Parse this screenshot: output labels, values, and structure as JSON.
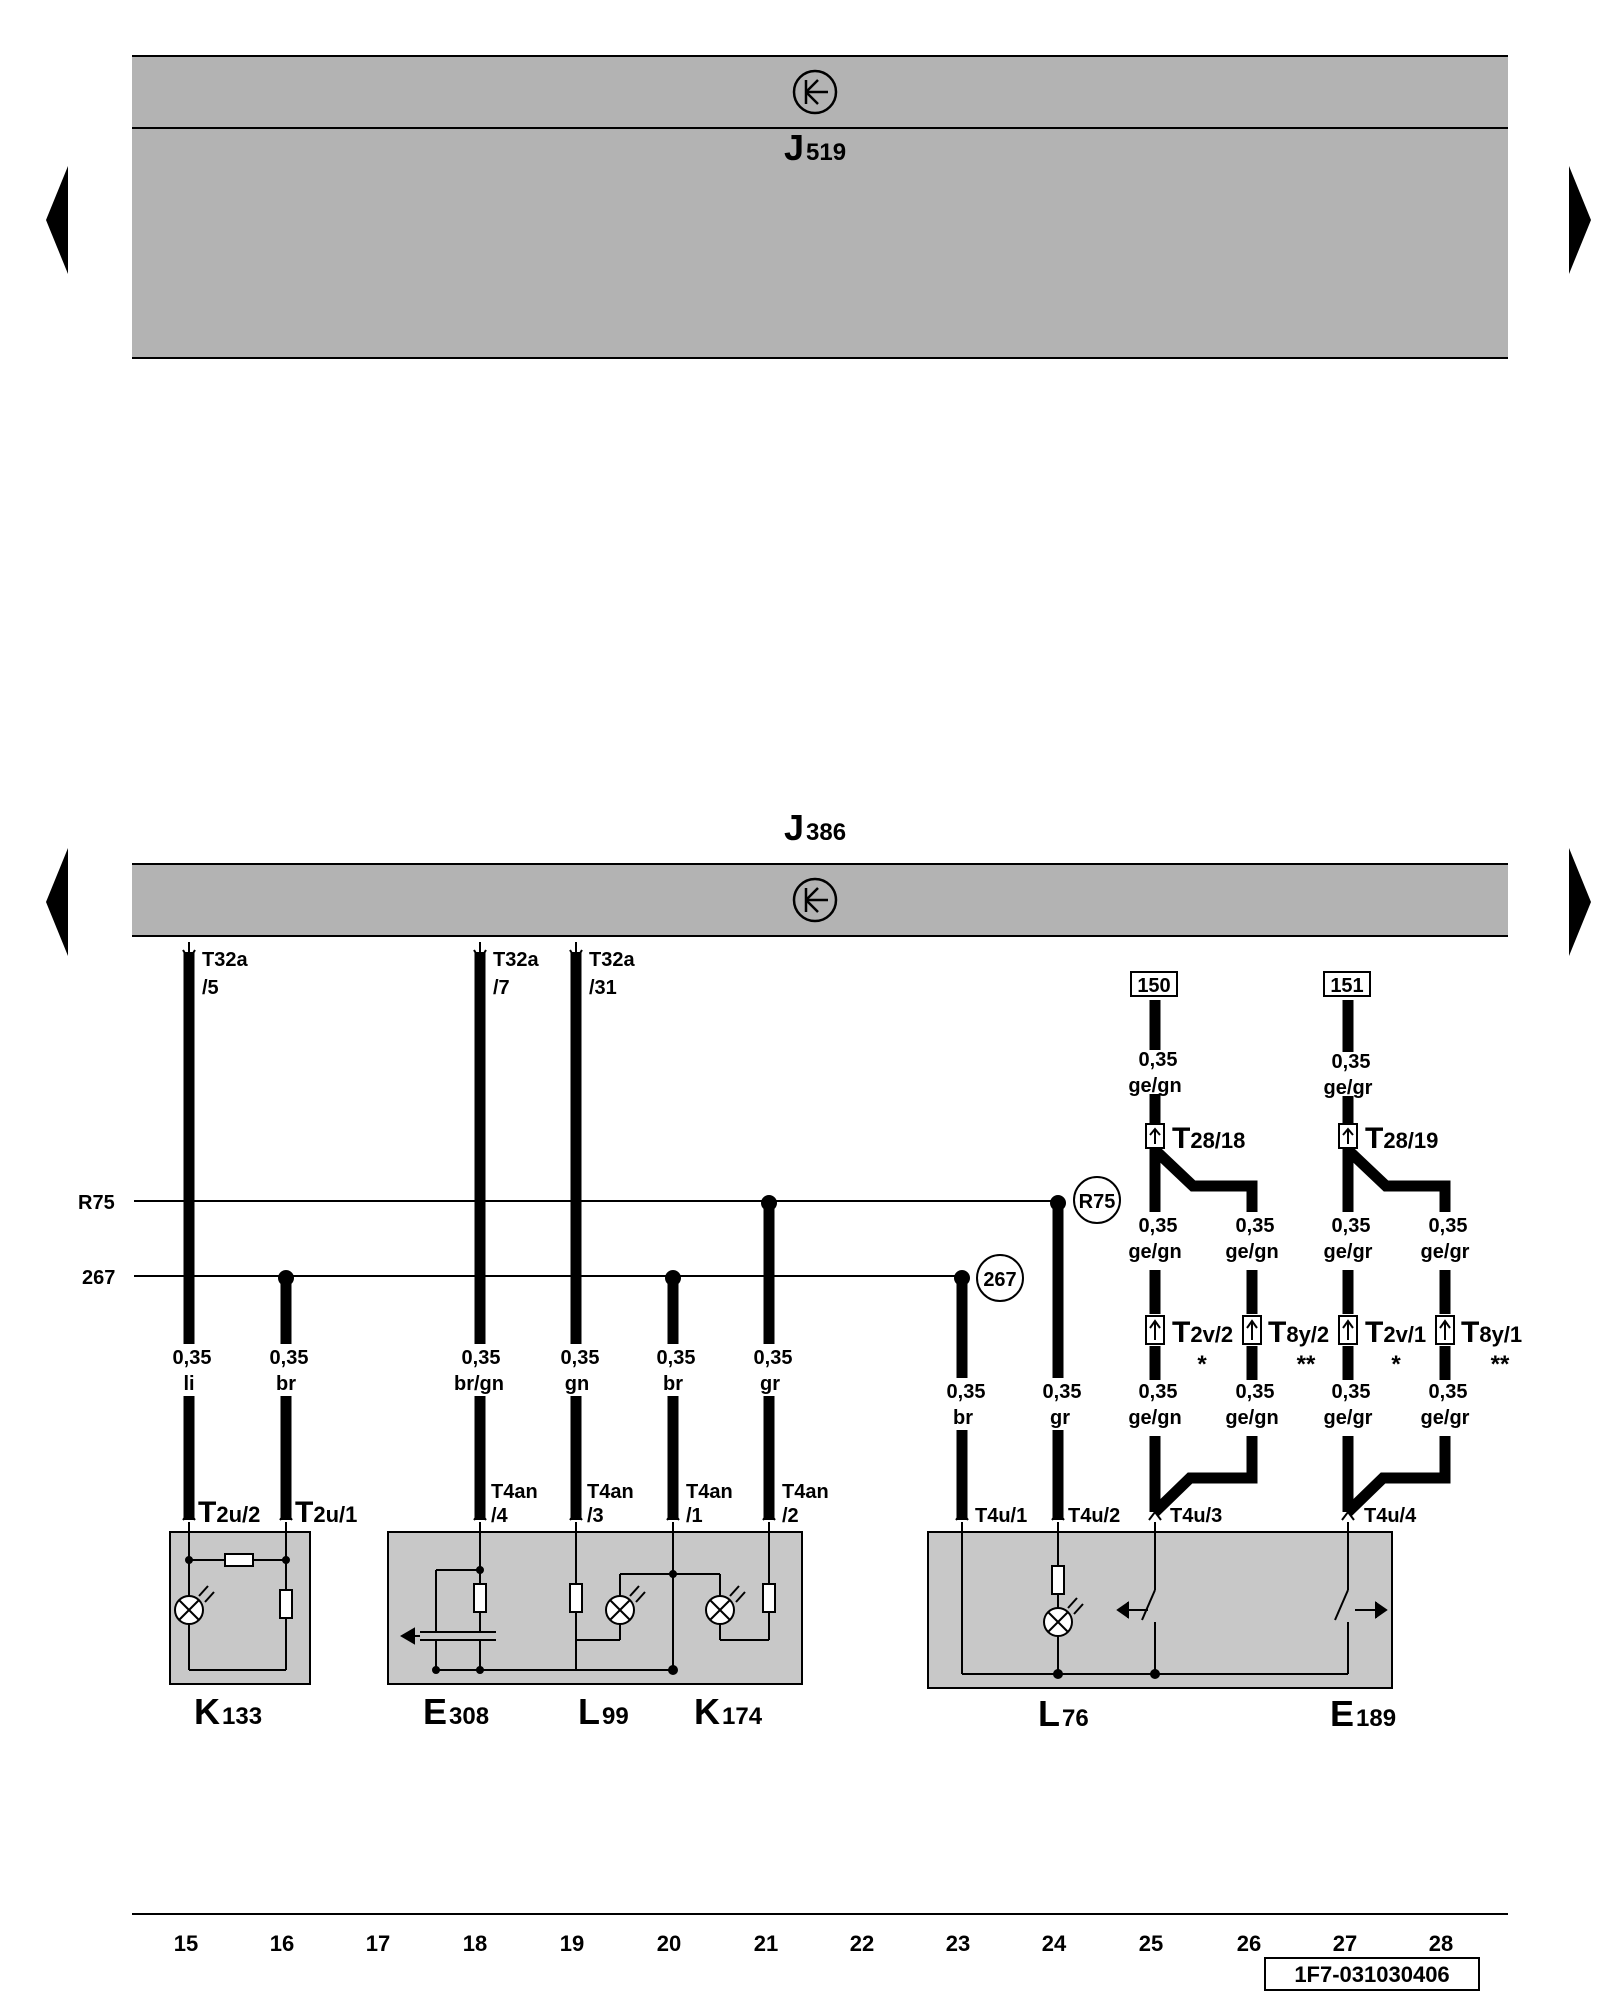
{
  "modules": {
    "top": {
      "letter": "J",
      "number": "519"
    },
    "bottom": {
      "letter": "J",
      "number": "386"
    }
  },
  "components": {
    "k133": {
      "letter": "K",
      "number": "133"
    },
    "e308": {
      "letter": "E",
      "number": "308"
    },
    "l99": {
      "letter": "L",
      "number": "99"
    },
    "k174": {
      "letter": "K",
      "number": "174"
    },
    "l76": {
      "letter": "L",
      "number": "76"
    },
    "e189": {
      "letter": "E",
      "number": "189"
    }
  },
  "buses": {
    "r75": {
      "left": "R75",
      "right": "R75"
    },
    "b267": {
      "left": "267",
      "right": "267"
    }
  },
  "refs": {
    "r150": "150",
    "r151": "151"
  },
  "connectors": {
    "t32a_5": {
      "a": "T32a",
      "b": "/5"
    },
    "t32a_7": {
      "a": "T32a",
      "b": "/7"
    },
    "t32a_31": {
      "a": "T32a",
      "b": "/31"
    },
    "t2u_2": {
      "a": "T",
      "b": "2u/2"
    },
    "t2u_1": {
      "a": "T",
      "b": "2u/1"
    },
    "t4an_4": {
      "a": "T4an",
      "b": "/4"
    },
    "t4an_3": {
      "a": "T4an",
      "b": "/3"
    },
    "t4an_1": {
      "a": "T4an",
      "b": "/1"
    },
    "t4an_2": {
      "a": "T4an",
      "b": "/2"
    },
    "t4u_1": "T4u/1",
    "t4u_2": "T4u/2",
    "t4u_3": "T4u/3",
    "t4u_4": "T4u/4",
    "t28_18": {
      "a": "T",
      "b": "28/18"
    },
    "t28_19": {
      "a": "T",
      "b": "28/19"
    },
    "t2v_2": {
      "a": "T",
      "b": "2v/2"
    },
    "t8y_2": {
      "a": "T",
      "b": "8y/2"
    },
    "t2v_1": {
      "a": "T",
      "b": "2v/1"
    },
    "t8y_1": {
      "a": "T",
      "b": "8y/1"
    }
  },
  "wires": {
    "w15": {
      "size": "0,35",
      "color": "li"
    },
    "w16": {
      "size": "0,35",
      "color": "br"
    },
    "w18": {
      "size": "0,35",
      "color": "br/gn"
    },
    "w19": {
      "size": "0,35",
      "color": "gn"
    },
    "w20": {
      "size": "0,35",
      "color": "br"
    },
    "w21": {
      "size": "0,35",
      "color": "gr"
    },
    "w23": {
      "size": "0,35",
      "color": "br"
    },
    "w24": {
      "size": "0,35",
      "color": "gr"
    },
    "w25a": {
      "size": "0,35",
      "color": "ge/gn"
    },
    "w25b": {
      "size": "0,35",
      "color": "ge/gn"
    },
    "w26b": {
      "size": "0,35",
      "color": "ge/gn"
    },
    "w25c": {
      "size": "0,35",
      "color": "ge/gn"
    },
    "w26c": {
      "size": "0,35",
      "color": "ge/gn"
    },
    "w27a": {
      "size": "0,35",
      "color": "ge/gr"
    },
    "w27b": {
      "size": "0,35",
      "color": "ge/gr"
    },
    "w28b": {
      "size": "0,35",
      "color": "ge/gr"
    },
    "w27c": {
      "size": "0,35",
      "color": "ge/gr"
    },
    "w28c": {
      "size": "0,35",
      "color": "ge/gr"
    }
  },
  "marks": {
    "single": "*",
    "double": "**"
  },
  "columns": [
    "15",
    "16",
    "17",
    "18",
    "19",
    "20",
    "21",
    "22",
    "23",
    "24",
    "25",
    "26",
    "27",
    "28"
  ],
  "doc_id": "1F7-031030406",
  "colors": {
    "module_fill": "#b3b3b3",
    "component_fill": "#c8c8c8",
    "ink": "#000000"
  }
}
